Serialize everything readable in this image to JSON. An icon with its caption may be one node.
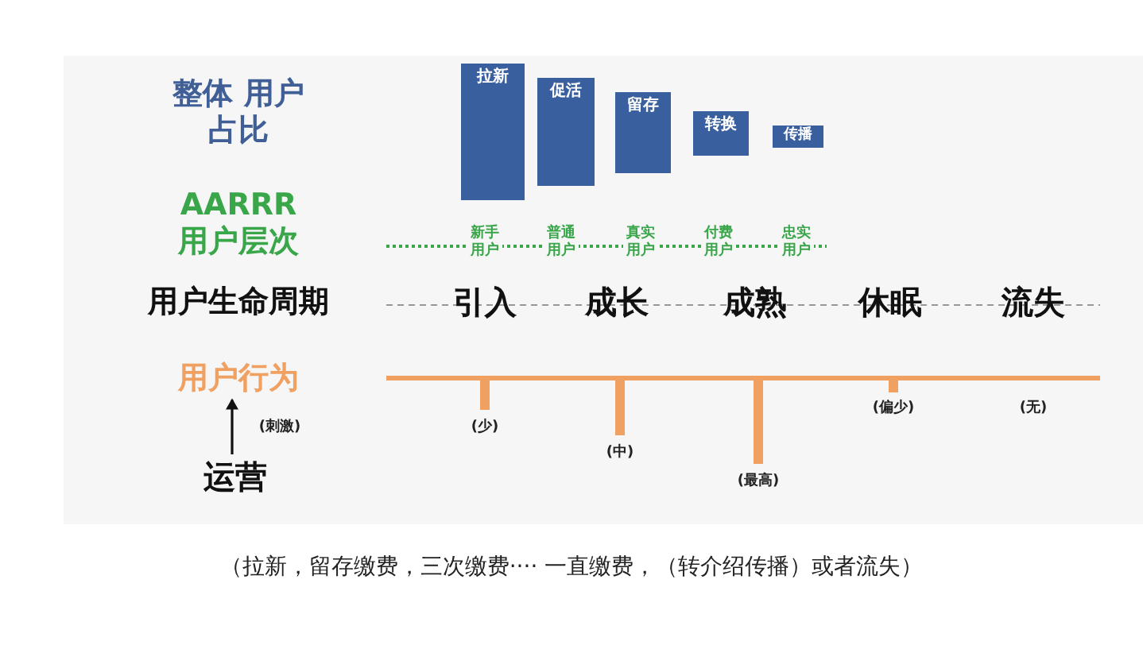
{
  "diagram": {
    "caption": "（拉新，留存缴费，三次缴费···· 一直缴费，（转介绍传播）或者流失）",
    "nodes": [
      {
        "text": [
          "拉新"
        ]
      },
      {
        "text": [
          "促活"
        ]
      },
      {
        "text": [
          "留存"
        ]
      },
      {
        "text": [
          "转换"
        ]
      },
      {
        "text": [
          "传播"
        ]
      },
      {
        "text": [
          "用户行为"
        ]
      },
      {
        "text": [
          "运营"
        ]
      }
    ],
    "edges": [
      {
        "from": 6,
        "to": 5,
        "arrow": "to",
        "label": "(刺激)"
      }
    ],
    "labels": [
      "整体 用户占比",
      "AARRR 用户层次",
      "新手用户",
      "普通用户",
      "真实用户",
      "付费用户",
      "忠实用户",
      "用户生命周期",
      "引入",
      "成长",
      "成熟",
      "休眠",
      "流失",
      "(少)",
      "(中)",
      "(最高)",
      "(偏少)",
      "(无)"
    ]
  }
}
